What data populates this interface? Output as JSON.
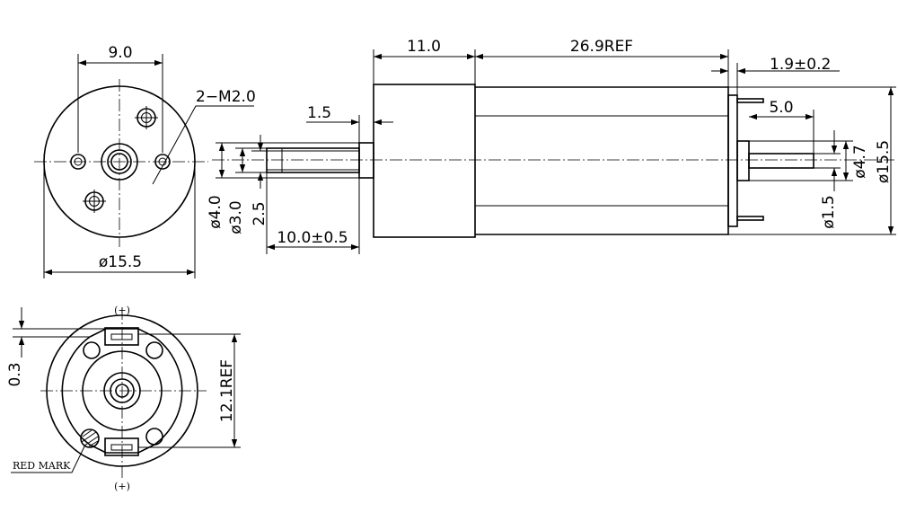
{
  "front_view": {
    "dim_9": "9.0",
    "dim_holes": "2−M2.0",
    "dim_dia": "ø15.5"
  },
  "side_view": {
    "dim_11": "11.0",
    "dim_26_9": "26.9REF",
    "dim_1_9": "1.9±0.2",
    "dim_1_5": "1.5",
    "dim_5": "5.0",
    "dim_d4": "ø4.0",
    "dim_d3": "ø3.0",
    "dim_2_5": "2.5",
    "dim_10": "10.0±0.5",
    "dim_d4_7": "ø4.7",
    "dim_d1_5": "ø1.5",
    "dim_d15_5": "ø15.5"
  },
  "rear_view": {
    "plus_top": "(+)",
    "plus_bottom": "(+)",
    "dim_0_3": "0.3",
    "dim_12_1": "12.1REF",
    "red_mark": "RED MARK"
  }
}
